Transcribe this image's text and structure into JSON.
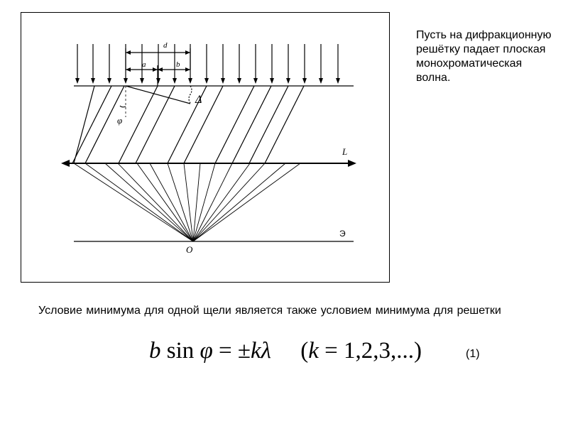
{
  "diagram": {
    "labels": {
      "d": "d",
      "a": "a",
      "b": "b",
      "delta": "Δ",
      "phi": "φ",
      "lens": "L",
      "screen": "Э",
      "focus": "O"
    },
    "line_color": "#000000"
  },
  "intro_text": "Пусть на дифракционную решётку падает плоская монохроматическая волна.",
  "condition_text": "Условие  минимума  для одной щели является также условием минимума для решетки",
  "formula": {
    "b": "b",
    "sin": " sin ",
    "phi": "φ",
    "eq": " = ±",
    "k": "k",
    "lambda": "λ",
    "gap": "     ",
    "open": "(",
    "k2": "k",
    "rest": " = 1,2,3,...)"
  },
  "equation_number": "(1)"
}
